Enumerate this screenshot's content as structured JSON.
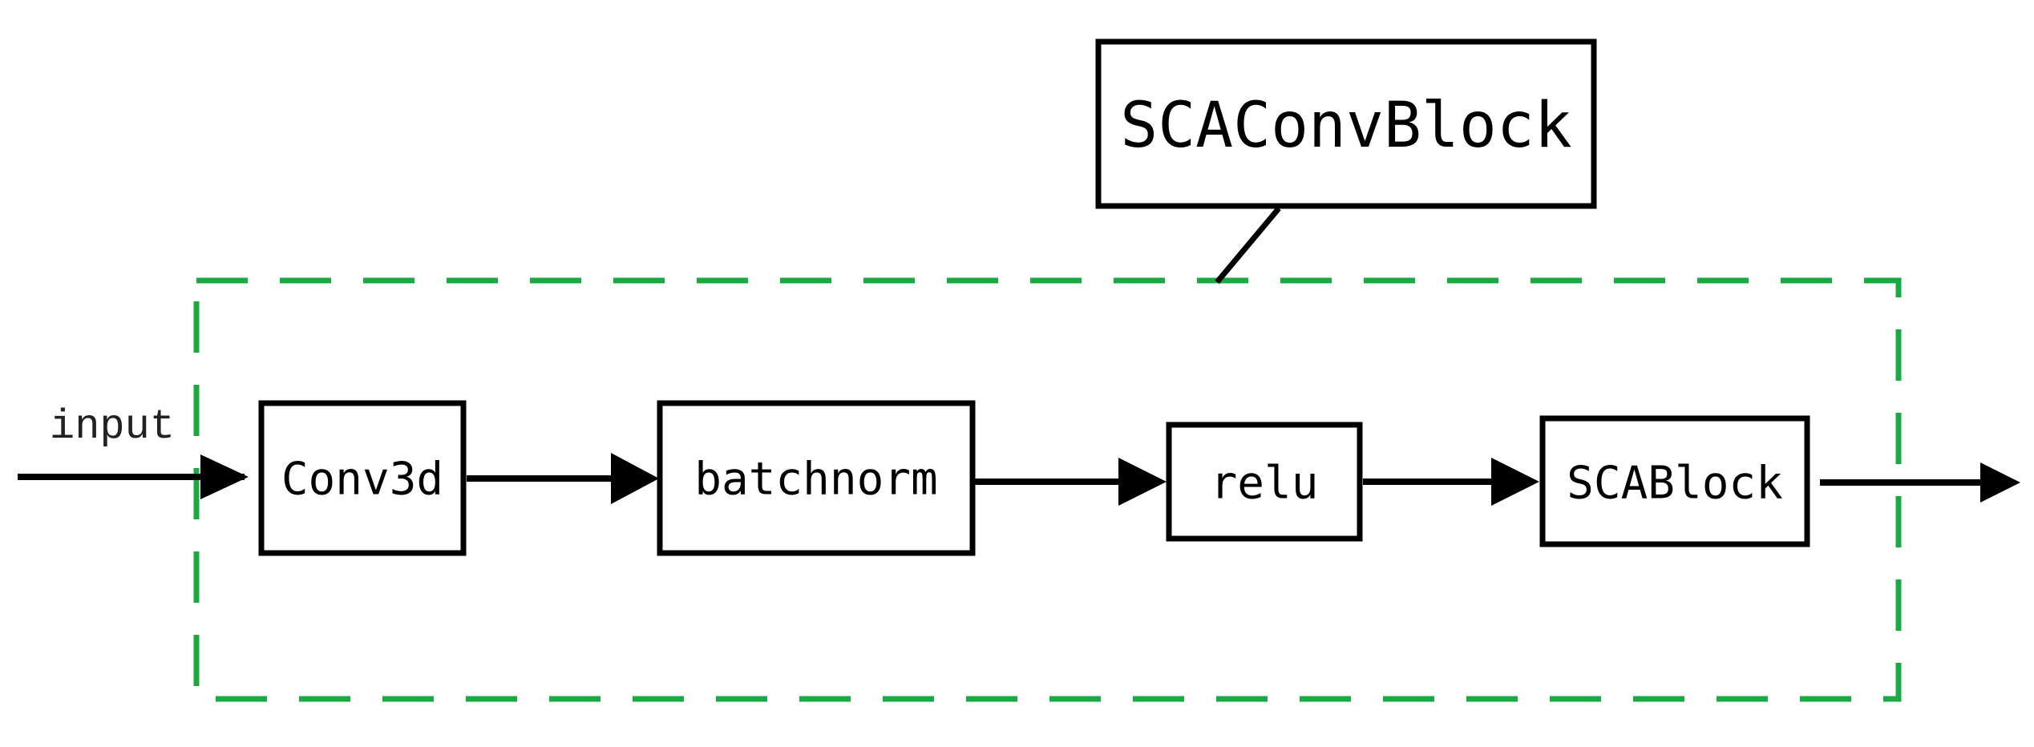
{
  "diagram": {
    "title_block": {
      "label": "SCAConvBlock"
    },
    "input_label": "input",
    "blocks": [
      {
        "label": "Conv3d"
      },
      {
        "label": "batchnorm"
      },
      {
        "label": "relu"
      },
      {
        "label": "SCABlock"
      }
    ],
    "colors": {
      "group_border": "#1aaa44",
      "stroke": "#000000",
      "background": "#ffffff"
    }
  }
}
